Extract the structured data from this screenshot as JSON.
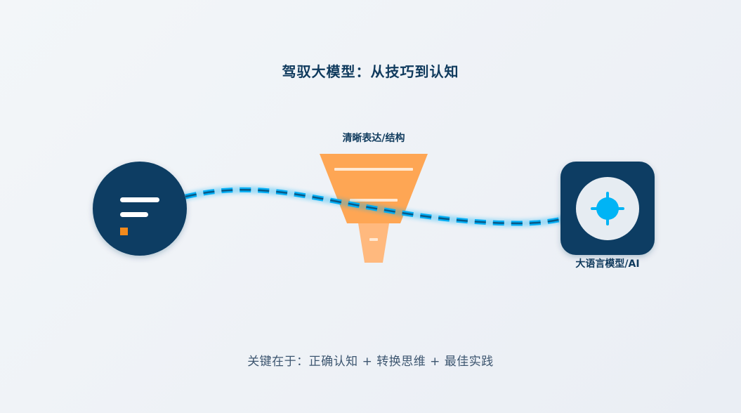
{
  "title": "驾驭大模型：从技巧到认知",
  "funnel": {
    "label": "清晰表达/结构"
  },
  "ai": {
    "label": "大语言模型/AI"
  },
  "caption": "关键在于：正确认知 + 转换思维 + 最佳实践",
  "colors": {
    "navy": "#0b3d63",
    "orange": "#ff9a3c",
    "accent_orange": "#f28a1c",
    "flow_blue": "#00aef5",
    "target_blue": "#00b4f5"
  },
  "icons": {
    "input": "text-lines-icon",
    "ai": "crosshair-target-icon"
  }
}
